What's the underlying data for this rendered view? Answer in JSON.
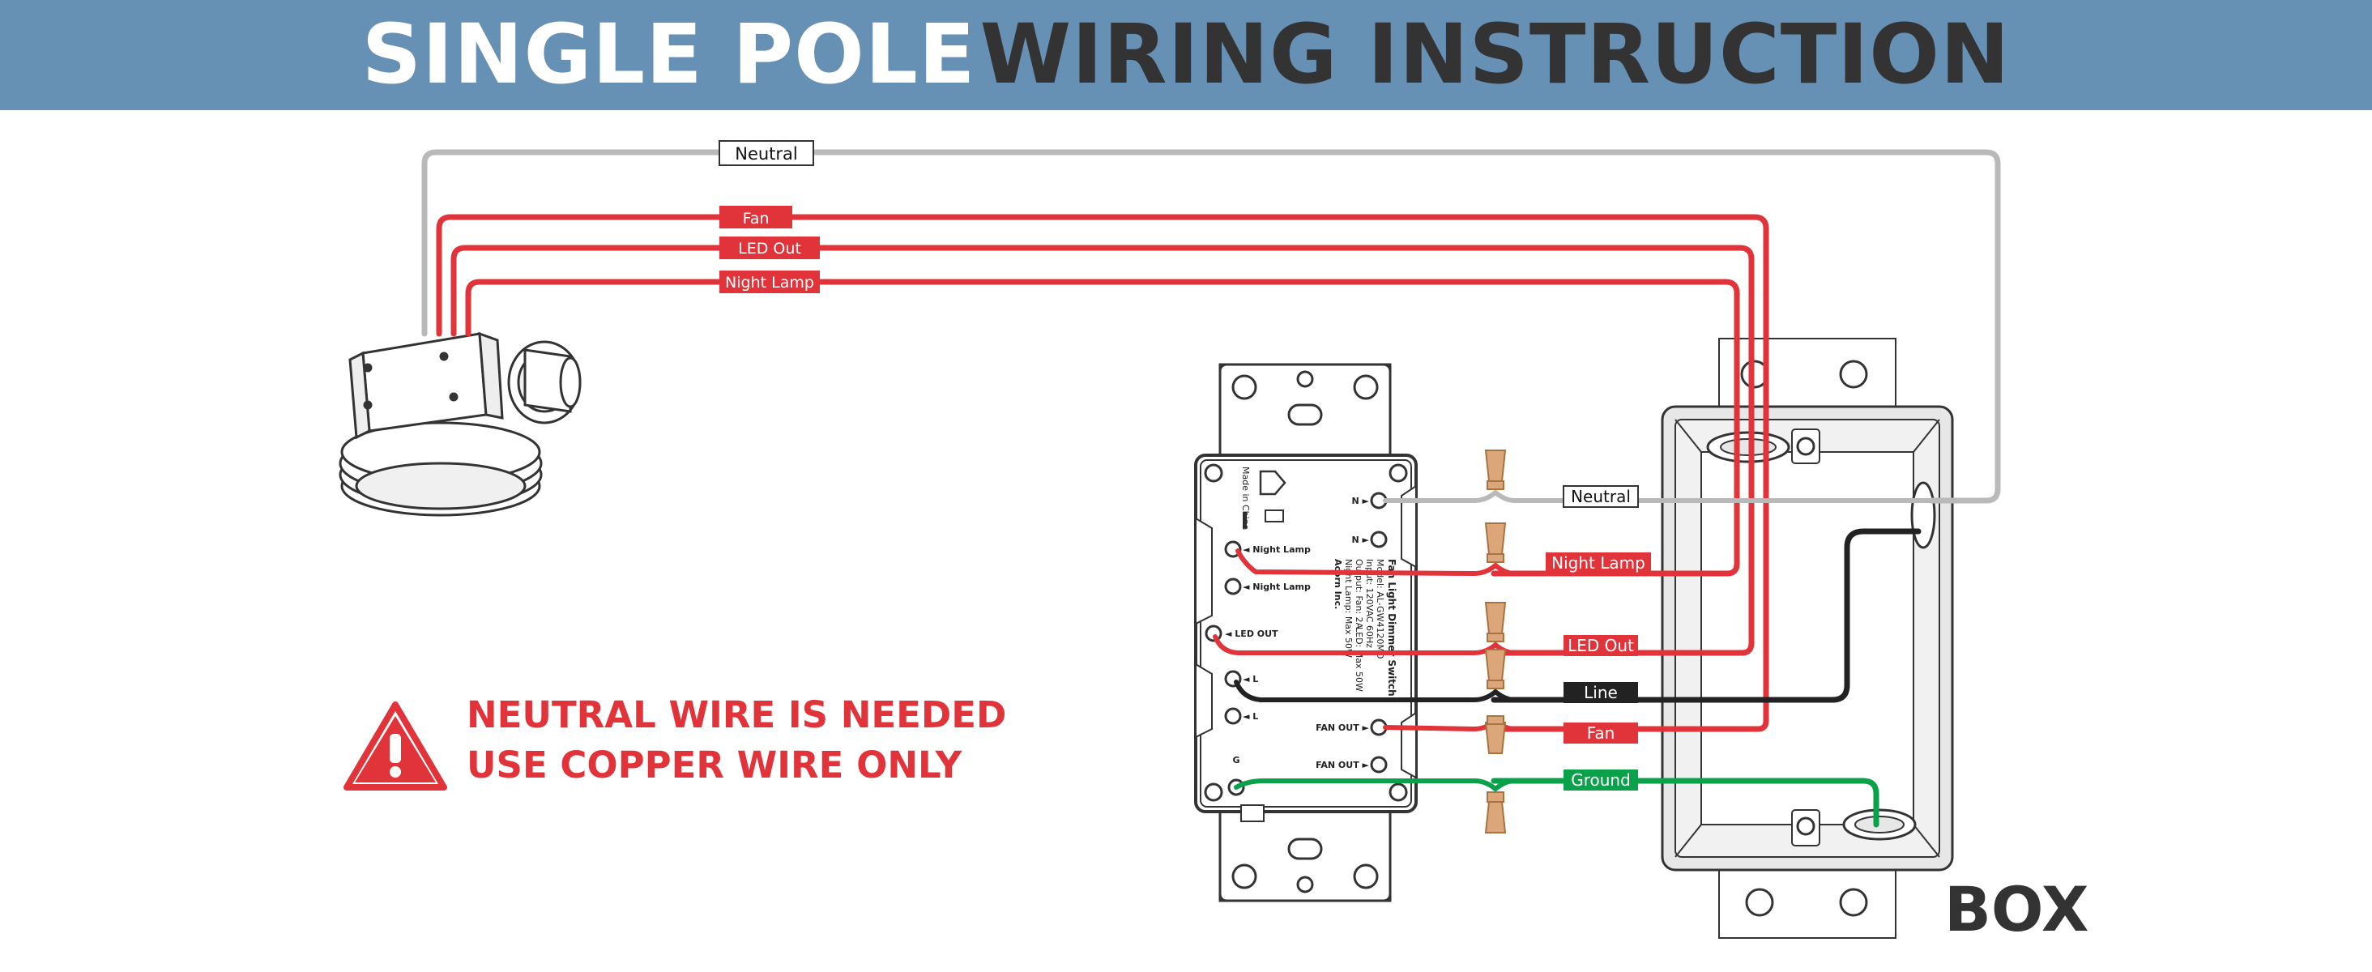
{
  "title": {
    "part1": "SINGLE POLE",
    "part2": "WIRING INSTRUCTION"
  },
  "top_labels": {
    "neutral": "Neutral",
    "fan": "Fan",
    "led_out": "LED Out",
    "night_lamp": "Night Lamp"
  },
  "box_labels": {
    "neutral": "Neutral",
    "night_lamp": "Night Lamp",
    "led_out": "LED Out",
    "line": "Line",
    "fan": "Fan",
    "ground": "Ground"
  },
  "switch_terminals": {
    "n1": "N ►",
    "n2": "N ►",
    "night_lamp1": "◄ Night Lamp",
    "night_lamp2": "◄ Night Lamp",
    "led_out": "◄ LED OUT",
    "l1": "◄ L",
    "l2": "◄ L",
    "fan_out1": "FAN OUT ►",
    "fan_out2": "FAN OUT ►",
    "g": "G"
  },
  "switch_side_text": {
    "made_in": "Made in China",
    "product": "Fan Light Dimmer Switch",
    "model": "Model: AL-GW4120MD",
    "input": "Input: 120VAC 60Hz",
    "fan": "Output: Fan: 2A",
    "led": "LED: Max 50W",
    "night": "Night Lamp: Max 50W",
    "brand": "Acorn Inc."
  },
  "warning": {
    "line1": "NEUTRAL WIRE IS NEEDED",
    "line2": "USE COPPER WIRE ONLY"
  },
  "box_caption": "BOX",
  "colors": {
    "header": "#6690b4",
    "red": "#e0343a",
    "gray": "#b9b9b9",
    "black": "#222222",
    "green": "#0aa14a",
    "connector": "#dba67a"
  }
}
